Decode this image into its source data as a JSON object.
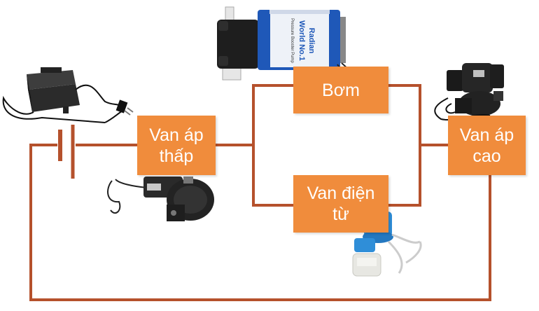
{
  "diagram": {
    "wire_color": "#b5512c",
    "box_color": "#f08c3c",
    "box_text_color": "#ffffff",
    "components": {
      "van_ap_thap": "Van áp\nthấp",
      "bom": "Bơm",
      "van_dien_tu": "Van điện\ntừ",
      "van_ap_cao": "Van áp\ncao"
    },
    "pump_label": {
      "brand": "Radian",
      "model": "World No.1",
      "type": "Pressure Booster Pump"
    },
    "icons": [
      "power-adapter-icon",
      "battery-symbol-icon",
      "low-pressure-valve-icon",
      "booster-pump-icon",
      "solenoid-valve-icon",
      "high-pressure-valve-icon"
    ]
  }
}
